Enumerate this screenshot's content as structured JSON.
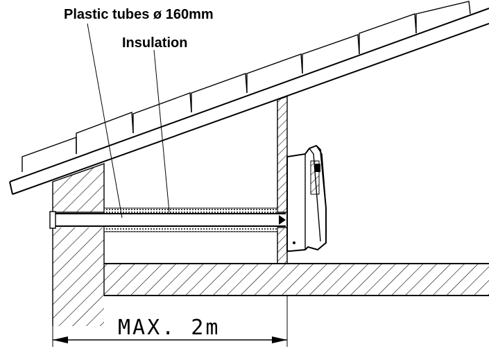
{
  "labels": {
    "tubes": "Plastic tubes ø 160mm",
    "insulation": "Insulation",
    "dimension": "MAX. 2m"
  },
  "colors": {
    "line": "#000000",
    "background": "#ffffff"
  }
}
